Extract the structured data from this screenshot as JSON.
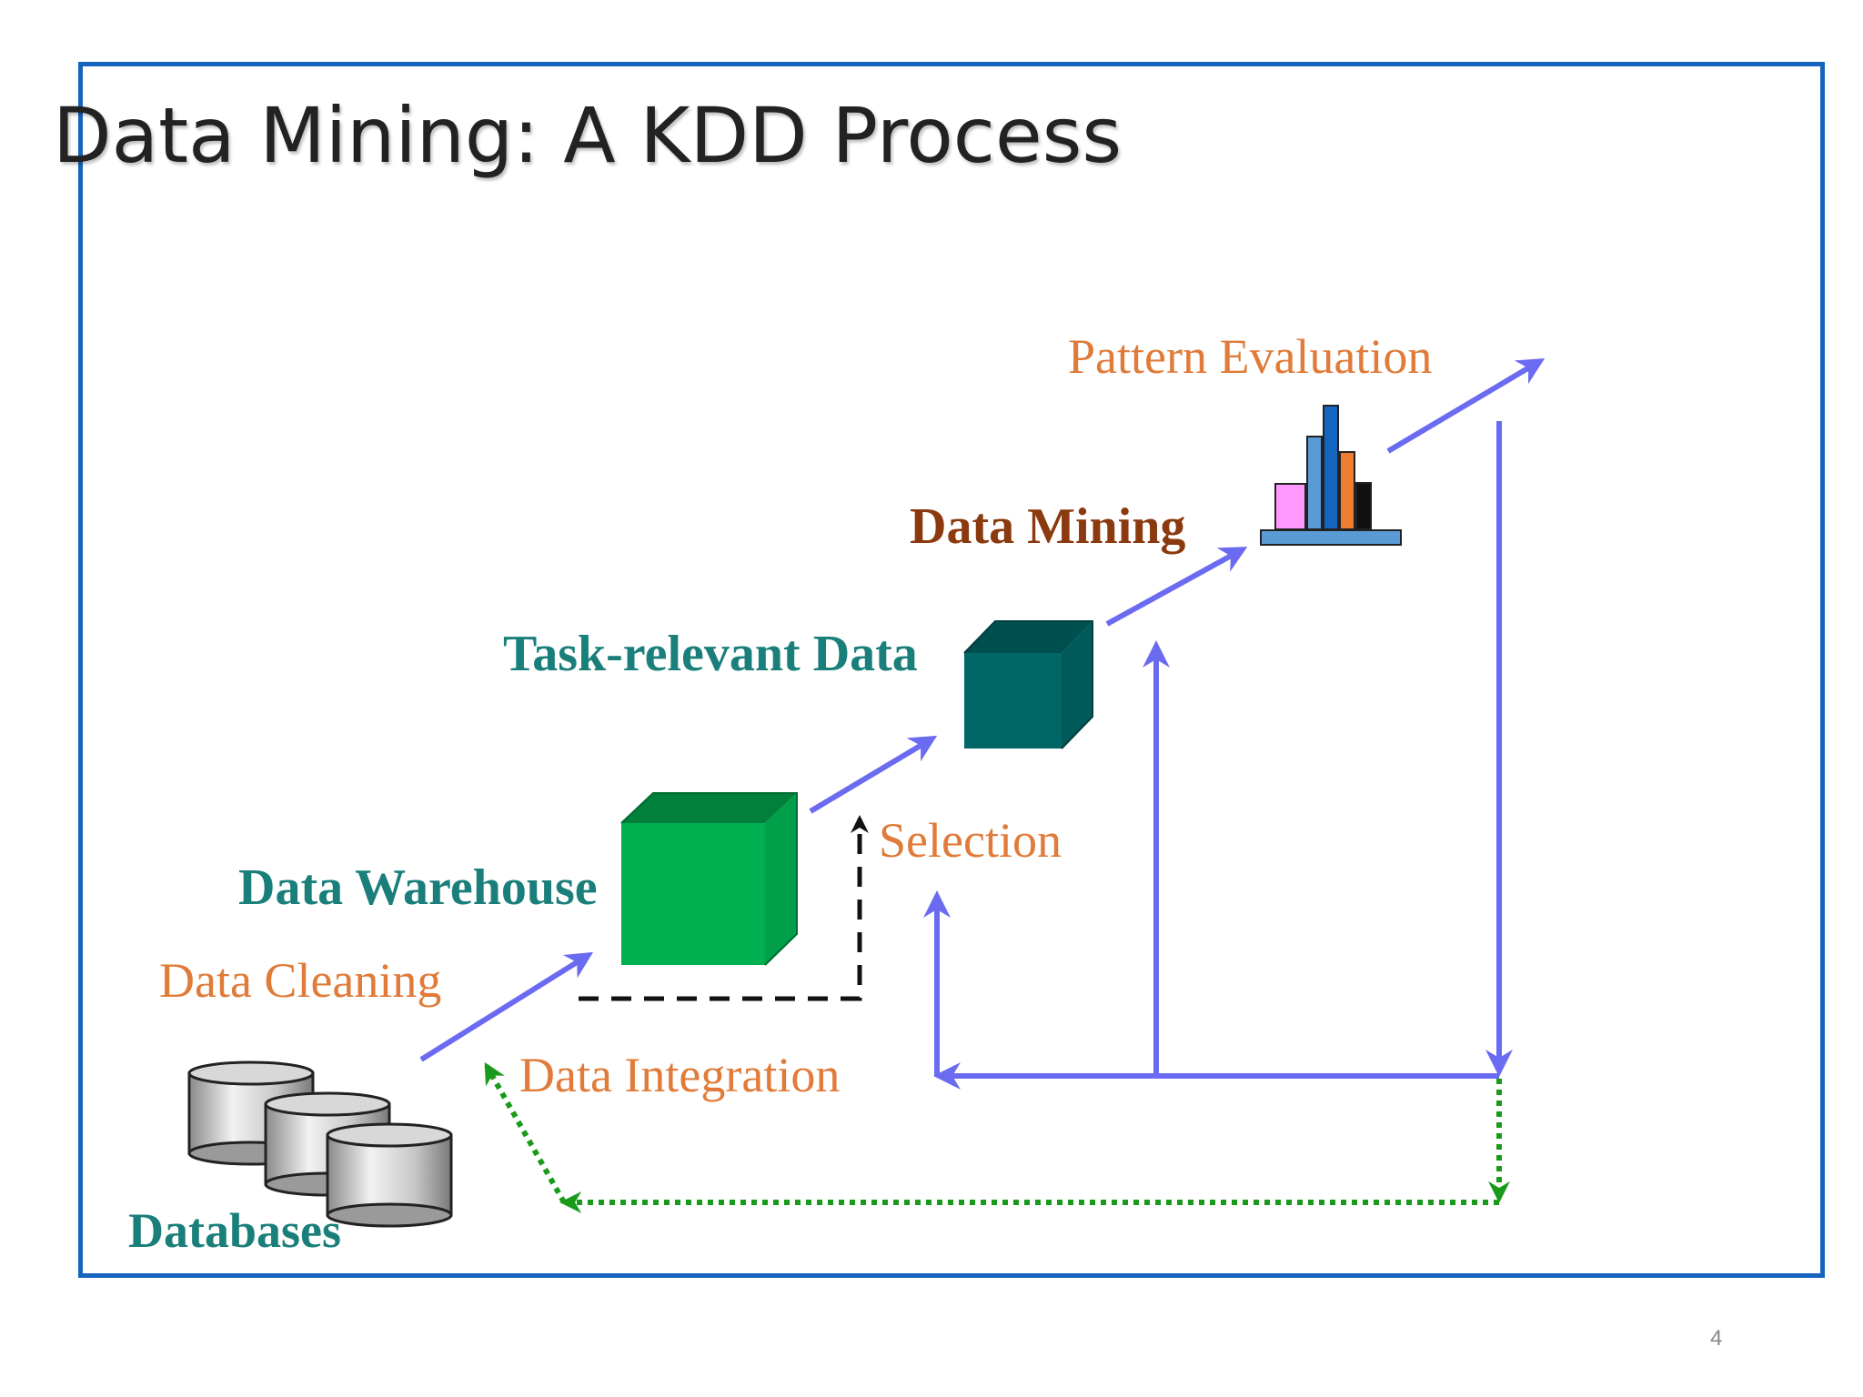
{
  "slide": {
    "title": "Data Mining: A KDD Process",
    "page_number": "4"
  },
  "labels": {
    "pattern_evaluation": "Pattern Evaluation",
    "data_mining": "Data Mining",
    "task_relevant_data": "Task-relevant Data",
    "selection": "Selection",
    "data_warehouse": "Data Warehouse",
    "data_cleaning": "Data Cleaning",
    "data_integration": "Data Integration",
    "databases": "Databases"
  },
  "colors": {
    "frame": "#1565c0",
    "arrow": "#6b6bf2",
    "orange_label": "#e07b39",
    "teal_label": "#1a7f7a",
    "brown_label": "#8b3a0f",
    "warehouse_cube": "#00b050",
    "task_cube": "#006666",
    "feedback_dotted": "#1a9a1a"
  },
  "icons": {
    "databases": "database-cylinders-icon",
    "warehouse": "green-cube-icon",
    "task_data": "teal-cube-icon",
    "patterns": "bar-chart-icon"
  }
}
